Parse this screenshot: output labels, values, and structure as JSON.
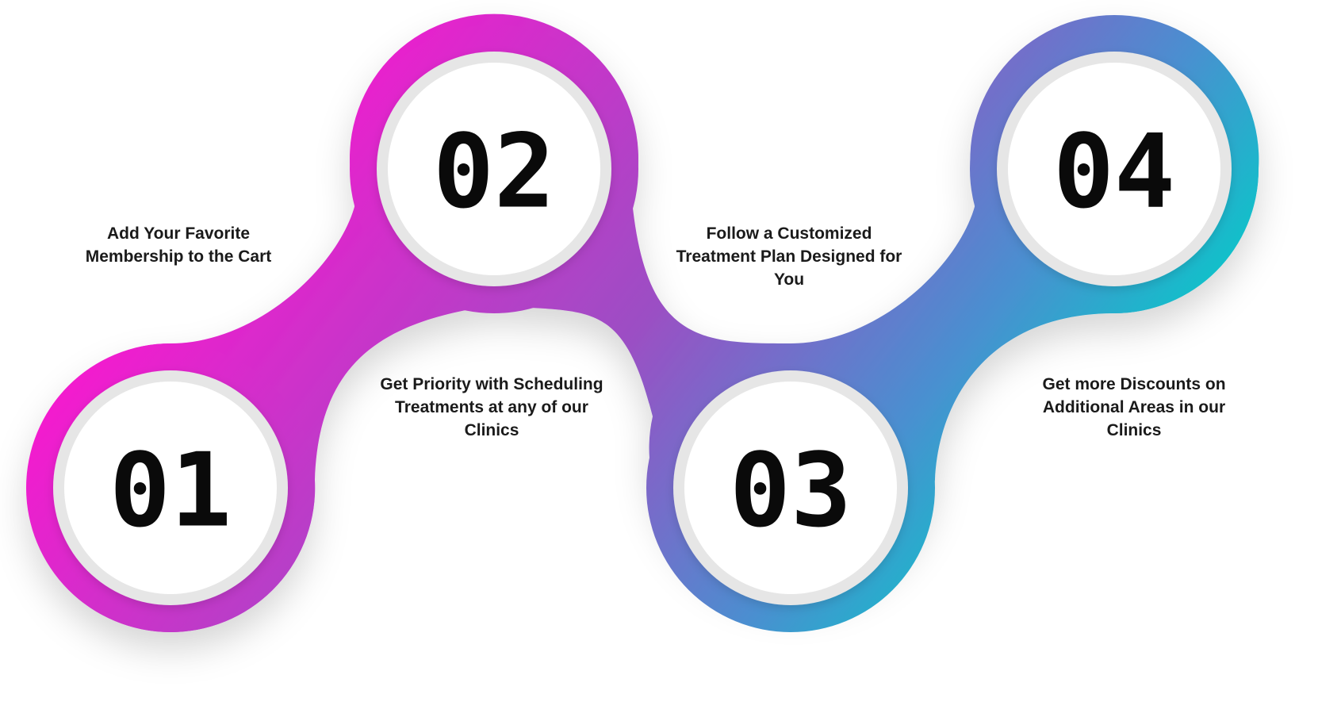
{
  "colors": {
    "magenta": "#ff14d0",
    "purple": "#9b4fc4",
    "blue": "#4a8fd0",
    "teal": "#00cfc8",
    "ring": "#e6e6e6",
    "number": "#0a0a0a"
  },
  "steps": [
    {
      "number": "01",
      "text_lines": [
        "Add Your Favorite",
        "Membership to the Cart"
      ]
    },
    {
      "number": "02",
      "text_lines": [
        "Get Priority with Scheduling",
        "Treatments at any of our",
        "Clinics"
      ]
    },
    {
      "number": "03",
      "text_lines": [
        "Follow a Customized",
        "Treatment Plan Designed for",
        "You"
      ]
    },
    {
      "number": "04",
      "text_lines": [
        "Get more Discounts on",
        "Additional Areas in our",
        "Clinics"
      ]
    }
  ]
}
